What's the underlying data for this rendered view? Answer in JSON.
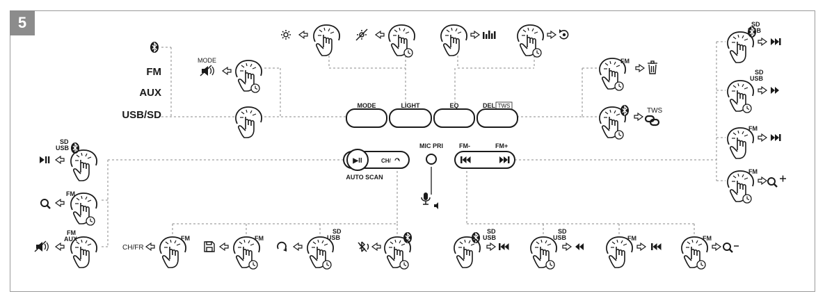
{
  "step_number": "5",
  "source_list": {
    "bt": "bluetooth-icon",
    "fm": "FM",
    "aux": "AUX",
    "usbsd": "USB/SD"
  },
  "buttons": {
    "mode": "MODE",
    "light": "LIGHT",
    "eq": "EQ",
    "del": "DEL",
    "tws_box": "TWS",
    "play_pause": "▶II",
    "ch": "CH/",
    "mic_pri": "MIC PRI",
    "fm_minus": "FM-",
    "fm_plus": "FM+",
    "auto_scan": "AUTO SCAN"
  },
  "labels": {
    "mode_small": "MODE",
    "fm": "FM",
    "aux": "AUX",
    "sd": "SD",
    "usb": "USB",
    "tws": "TWS",
    "chfr": "CH/FR"
  },
  "colors": {
    "line": "#1a1a1a",
    "dash": "#888888",
    "frame": "#9a9a9a",
    "badge": "#8c8c8c"
  }
}
